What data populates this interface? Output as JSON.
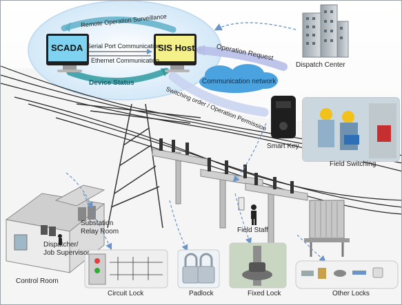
{
  "colors": {
    "ellipse": "#e8f3fb",
    "monitor_screen_scada": "#7fd3f0",
    "monitor_screen_sis": "#f4f08a",
    "cloud": "#4aa3df",
    "arrow_blue": "#7fa8d6"
  },
  "control": {
    "scada_label": "SCADA",
    "sis_label": "SIS Host",
    "remote_surveillance": "Remote Operation Surveillance",
    "serial_comm": "Serial Port Communication",
    "ethernet_comm": "Ethernet Communication",
    "device_status": "Device Status"
  },
  "network": {
    "cloud_label": "Communication network",
    "operation_request": "Operation Request",
    "switching_order": "Switching order / Operation Permission"
  },
  "sites": {
    "dispatch_center": "Dispatch Center",
    "smart_key": "Smart Key",
    "field_switching": "Field Switching",
    "field_staff": "Field Staff",
    "substation_relay_room": "Substation\nRelay Room",
    "dispatcher": "Dispatcher/\nJob Supervisor",
    "control_room": "Control Room"
  },
  "locks": {
    "circuit_lock": "Circuit Lock",
    "padlock": "Padlock",
    "fixed_lock": "Fixed Lock",
    "other_locks": "Other Locks"
  }
}
